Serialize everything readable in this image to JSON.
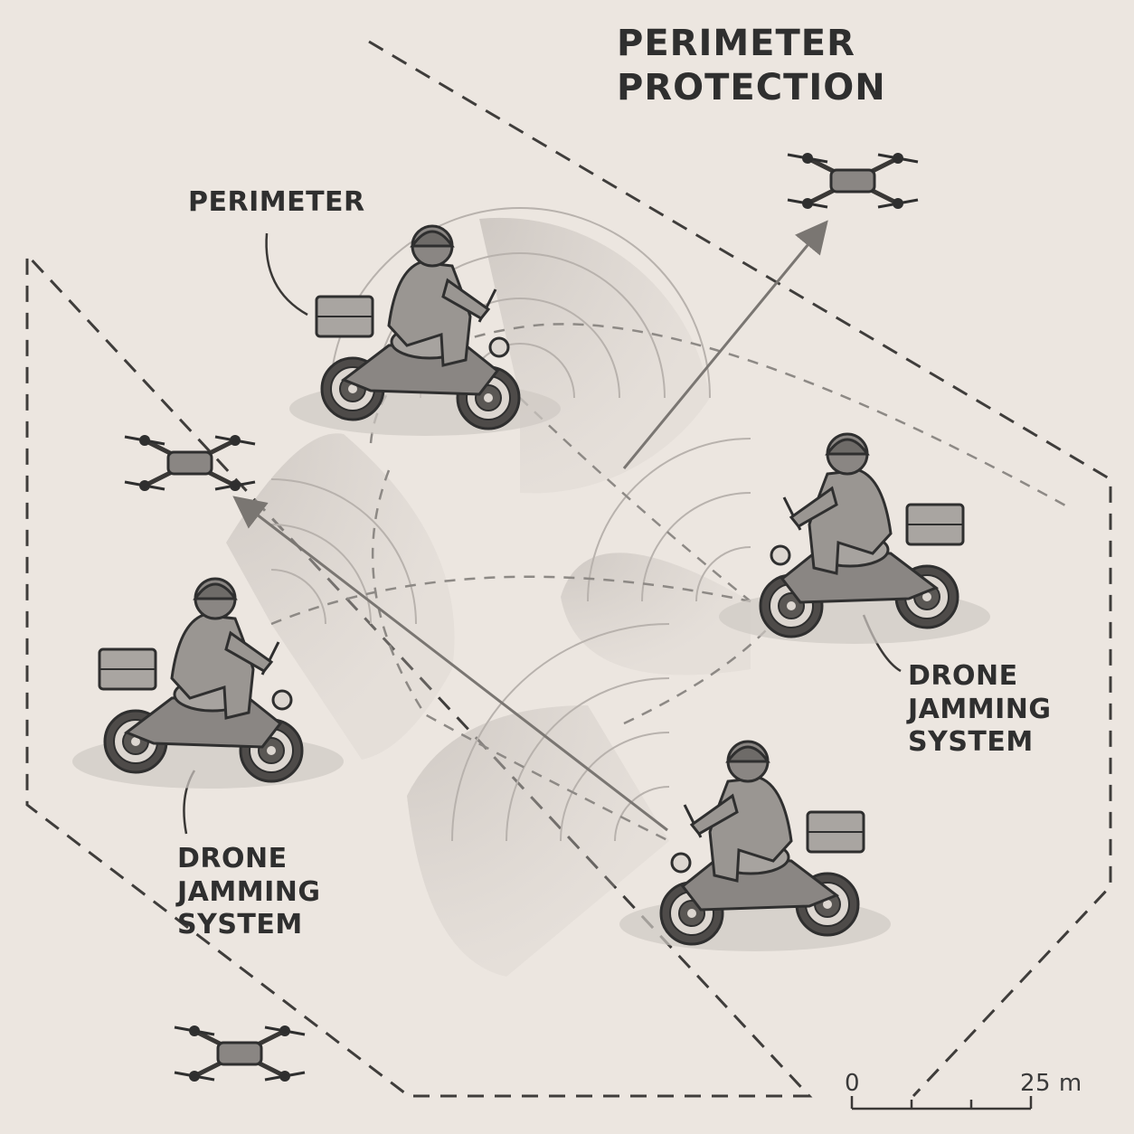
{
  "title": "PERIMETER PROTECTION",
  "labels": {
    "perimeter": "PERIMETER",
    "jamming_right": [
      "DRONE",
      "JAMMING",
      "SYSTEM"
    ],
    "jamming_left": [
      "DRONE",
      "JAMMING",
      "SYSTEM"
    ]
  },
  "scale_bar": {
    "start": "0",
    "end": "25 m"
  },
  "colors": {
    "background": "#ece6e0",
    "ink": "#2f2f2f",
    "jamming_field": "#c8c2bd",
    "vehicle": "#6e6b68"
  },
  "icons": [
    "motorcycle-rider-icon",
    "drone-icon",
    "jamming-field-icon"
  ]
}
